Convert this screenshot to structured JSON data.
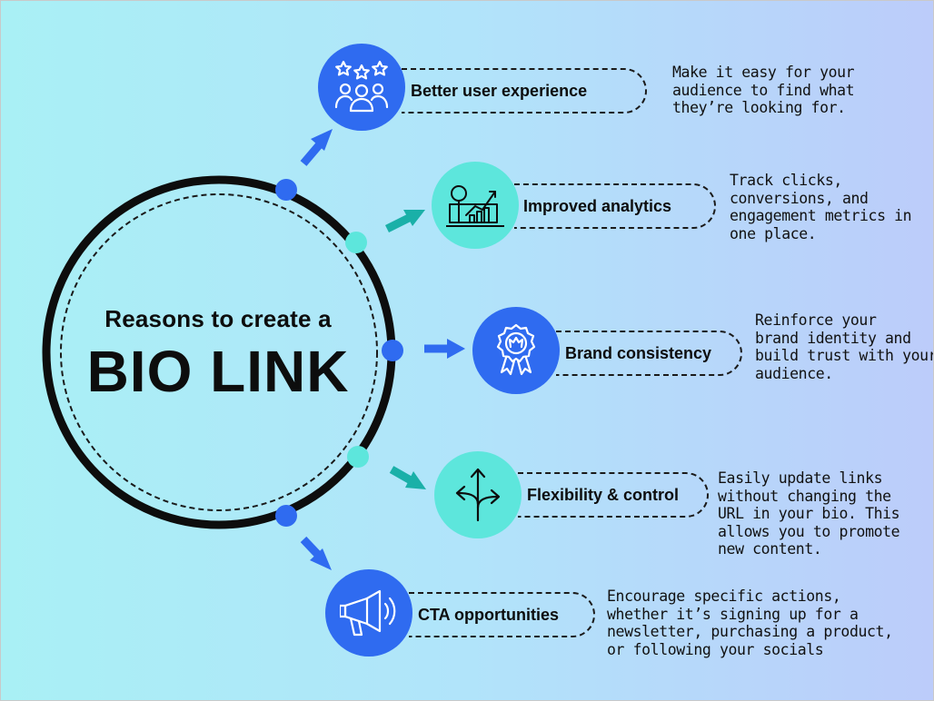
{
  "title": {
    "line1": "Reasons to create a",
    "line2": "BIO LINK"
  },
  "colors": {
    "blue": "#2f6bf0",
    "teal": "#5de6dc",
    "ring": "#0d0d0d",
    "dashes": "#1a1a1a"
  },
  "items": [
    {
      "label": "Better user experience",
      "icon": "users-stars-icon",
      "color": "blue",
      "description": [
        "Make it easy for your",
        "audience to find what",
        "they’re looking for."
      ]
    },
    {
      "label": "Improved analytics",
      "icon": "analytics-chart-icon",
      "color": "teal",
      "description": [
        "Track clicks,",
        "conversions, and",
        "engagement metrics in",
        "one place."
      ]
    },
    {
      "label": "Brand consistency",
      "icon": "badge-crown-icon",
      "color": "blue",
      "description": [
        "Reinforce your",
        "brand identity and",
        "build trust with your",
        "audience."
      ]
    },
    {
      "label": "Flexibility & control",
      "icon": "split-arrows-icon",
      "color": "teal",
      "description": [
        "Easily update links",
        "without changing the",
        "URL in your bio. This",
        "allows you to promote",
        "new content."
      ]
    },
    {
      "label": "CTA opportunities",
      "icon": "megaphone-icon",
      "color": "blue",
      "description": [
        "Encourage specific actions,",
        "whether it’s signing up for a",
        "newsletter, purchasing a product,",
        "or following your socials"
      ]
    }
  ]
}
